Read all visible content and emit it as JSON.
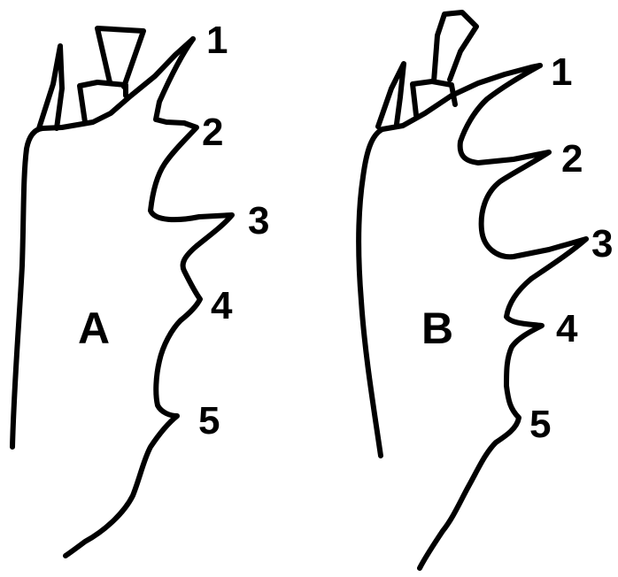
{
  "figures": [
    {
      "id": "A",
      "label": "A",
      "landmarks": [
        "1",
        "2",
        "3",
        "4",
        "5"
      ]
    },
    {
      "id": "B",
      "label": "B",
      "landmarks": [
        "1",
        "2",
        "3",
        "4",
        "5"
      ]
    }
  ],
  "colors": {
    "stroke": "#000000",
    "background": "#ffffff"
  }
}
